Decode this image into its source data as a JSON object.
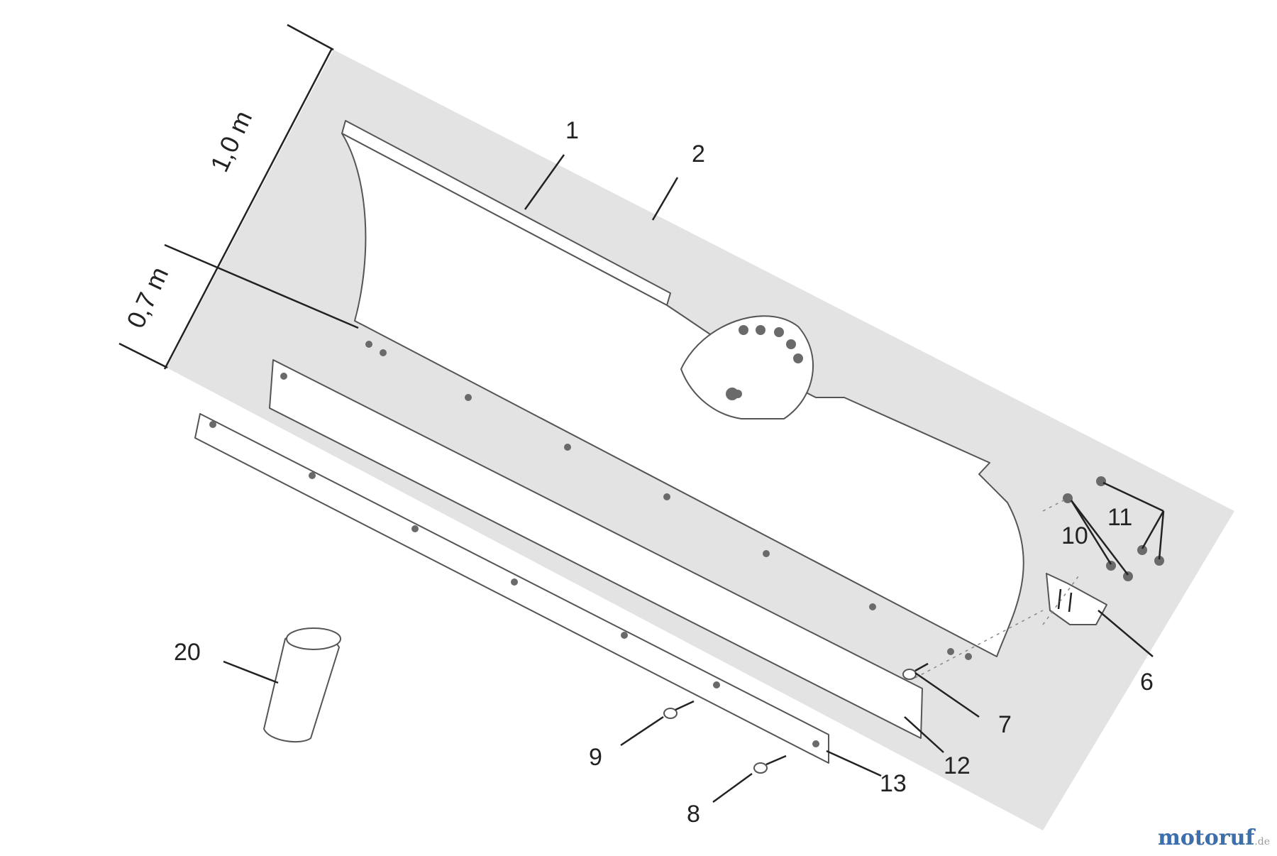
{
  "dimensions": {
    "length": "1,0 m",
    "width": "0,7 m"
  },
  "callouts": {
    "c1": "1",
    "c2": "2",
    "c6": "6",
    "c7": "7",
    "c8": "8",
    "c9": "9",
    "c10": "10",
    "c11": "11",
    "c12": "12",
    "c13": "13",
    "c20": "20"
  },
  "watermark": {
    "text": "motoruf",
    "suffix": ".de"
  },
  "colors": {
    "background_area": "#e3e3e3",
    "line": "#555555",
    "label": "#222222"
  }
}
